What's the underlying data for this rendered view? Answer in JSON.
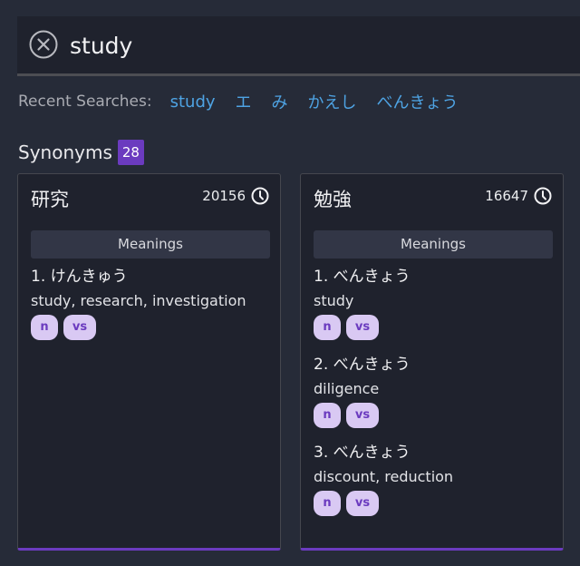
{
  "search": {
    "value": "study",
    "clear_icon": "circle-x-icon"
  },
  "recent_searches": {
    "label": "Recent Searches:",
    "items": [
      "study",
      "エ",
      "み",
      "かえし",
      "べんきょう"
    ]
  },
  "synonyms": {
    "title": "Synonyms",
    "count": "28",
    "cards": [
      {
        "word": "研究",
        "count": "20156",
        "count_icon": "clock-icon",
        "tab_label": "Meanings",
        "meanings": [
          {
            "reading": "1. けんきゅう",
            "gloss": "study, research, investigation",
            "tags": [
              "n",
              "vs"
            ]
          }
        ]
      },
      {
        "word": "勉強",
        "count": "16647",
        "count_icon": "clock-icon",
        "tab_label": "Meanings",
        "meanings": [
          {
            "reading": "1. べんきょう",
            "gloss": "study",
            "tags": [
              "n",
              "vs"
            ]
          },
          {
            "reading": "2. べんきょう",
            "gloss": "diligence",
            "tags": [
              "n",
              "vs"
            ]
          },
          {
            "reading": "3. べんきょう",
            "gloss": "discount, reduction",
            "tags": [
              "n",
              "vs"
            ]
          }
        ]
      }
    ]
  },
  "colors": {
    "background": "#262b38",
    "panel": "#1f222d",
    "accent": "#6b3bbf",
    "link": "#4ea3e3",
    "tag_bg": "#d9c9f3"
  }
}
